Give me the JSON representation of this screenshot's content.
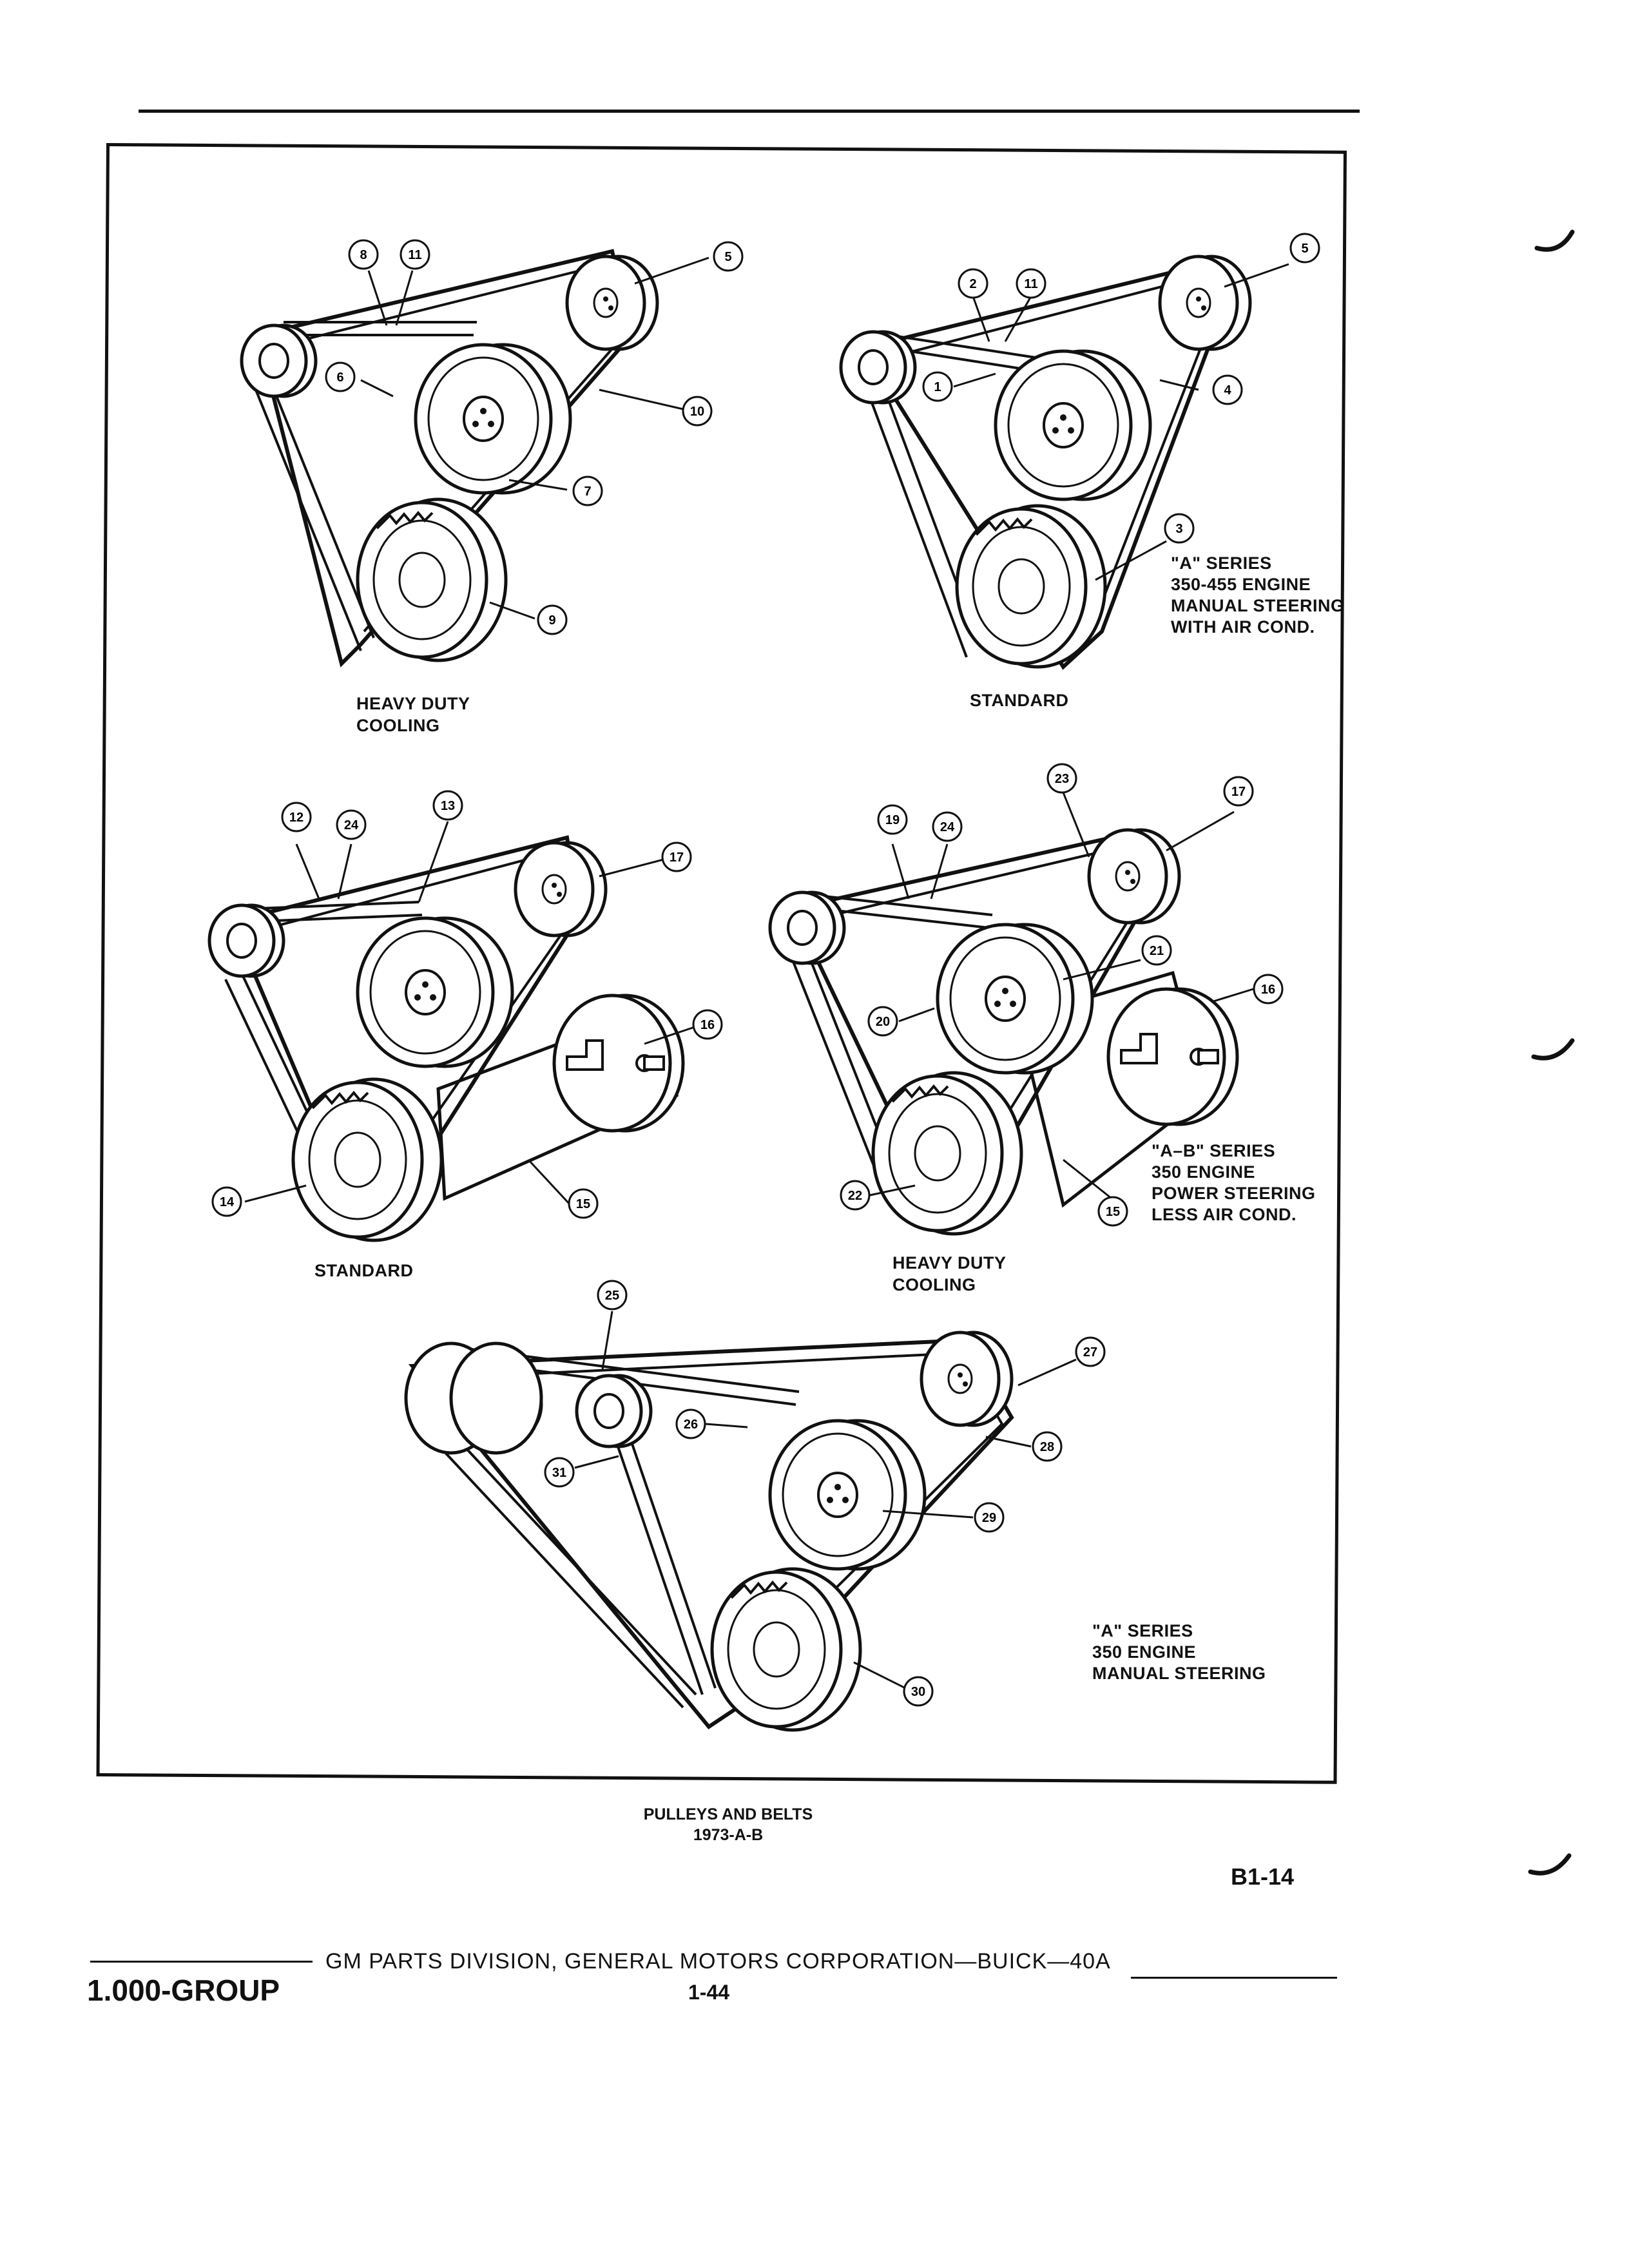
{
  "callouts": [
    "8",
    "11",
    "5",
    "6",
    "10",
    "7",
    "9",
    "2",
    "11",
    "5",
    "1",
    "4",
    "3",
    "12",
    "24",
    "13",
    "17",
    "16",
    "14",
    "15",
    "19",
    "24",
    "23",
    "17",
    "21",
    "20",
    "16",
    "22",
    "15",
    "25",
    "27",
    "26",
    "28",
    "31",
    "29",
    "30"
  ],
  "captions": {
    "heavy_duty_cooling_1": "HEAVY DUTY\nCOOLING",
    "standard_1": "STANDARD",
    "standard_2": "STANDARD",
    "heavy_duty_cooling_2": "HEAVY DUTY\nCOOLING"
  },
  "notes": {
    "a_series_350_455": [
      "\"A\" SERIES",
      "350-455 ENGINE",
      "MANUAL STEERING",
      "WITH AIR COND."
    ],
    "ab_series_350": [
      "\"A–B\" SERIES",
      "350 ENGINE",
      "POWER STEERING",
      "LESS AIR COND."
    ],
    "a_series_350": [
      "\"A\" SERIES",
      "350 ENGINE",
      "MANUAL STEERING"
    ]
  },
  "figure_title": {
    "line1": "PULLEYS AND BELTS",
    "line2": "1973-A-B"
  },
  "page_id": "B1-14",
  "footer": {
    "group": "1.000-GROUP",
    "division": "GM PARTS DIVISION, GENERAL MOTORS CORPORATION—BUICK—40A",
    "page_number": "1-44"
  }
}
